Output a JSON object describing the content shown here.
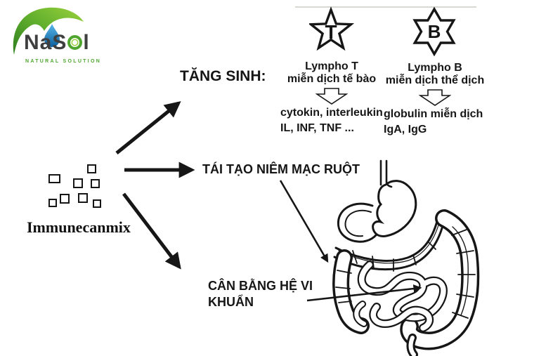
{
  "logo": {
    "name": "NaSol",
    "name_before_o": "NaS",
    "name_after_o": "l",
    "tagline": "NATURAL SOLUTION",
    "leaf_color": "#61b132",
    "drop_color": "#1673b9",
    "text_color": "#3f3f3f"
  },
  "source": {
    "label": "Immunecanmix"
  },
  "branches": {
    "proliferation_label": "TĂNG SINH:",
    "mucosa_label": "TÁI TẠO NIÊM MẠC RUỘT",
    "flora_label_line1": "CÂN BẰNG HỆ VI",
    "flora_label_line2": "KHUẨN"
  },
  "lympho_t": {
    "symbol": "T",
    "title": "Lympho T",
    "subtitle": "miễn dịch tế bào",
    "result_line1": "cytokin, interleukin",
    "result_line2": "IL, INF, TNF ..."
  },
  "lympho_b": {
    "symbol": "B",
    "title": "Lympho B",
    "subtitle": "miễn dịch thể dịch",
    "result_line1": "globulin miễn dịch",
    "result_line2": "IgA, IgG"
  },
  "colors": {
    "ink": "#161616"
  }
}
